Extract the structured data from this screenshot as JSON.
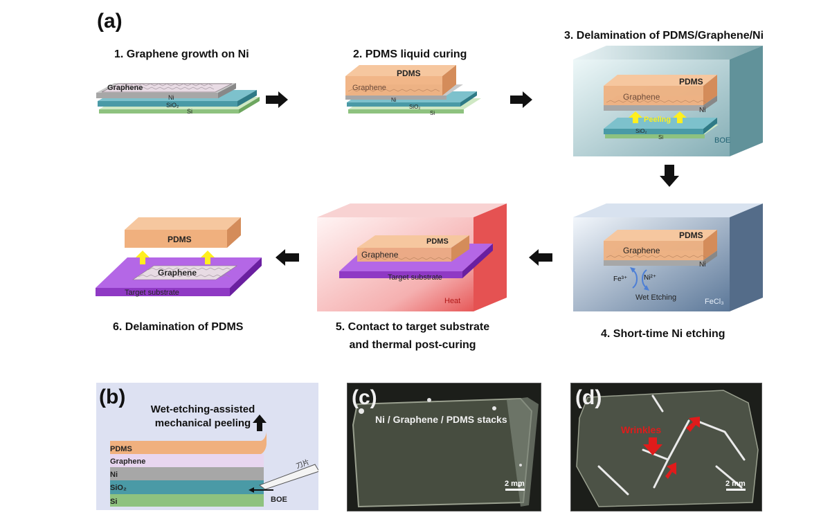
{
  "panel_a": {
    "letter": "(a)",
    "steps": {
      "s1": {
        "title": "1. Graphene growth on Ni",
        "graphene": "Graphene",
        "ni": "Ni",
        "sio2": "SiO₂",
        "si": "Si"
      },
      "s2": {
        "title": "2. PDMS liquid curing",
        "pdms": "PDMS",
        "graphene": "Graphene",
        "ni": "Ni",
        "sio2": "SiO₂",
        "si": "Si"
      },
      "s3": {
        "title": "3. Delamination of PDMS/Graphene/Ni",
        "pdms": "PDMS",
        "graphene": "Graphene",
        "ni": "Ni",
        "peeling": "Peeling",
        "sio2": "SiO₂",
        "si": "Si",
        "bath": "BOE"
      },
      "s4": {
        "title": "4. Short-time Ni etching",
        "pdms": "PDMS",
        "graphene": "Graphene",
        "ni": "Ni",
        "fe": "Fe³⁺",
        "ni_ion": "Ni²⁺",
        "wet": "Wet Etching",
        "bath": "FeCl₃"
      },
      "s5": {
        "title_line1": "5. Contact to target substrate",
        "title_line2": "and thermal post-curing",
        "pdms": "PDMS",
        "graphene": "Graphene",
        "substrate": "Target substrate",
        "heat": "Heat"
      },
      "s6": {
        "title": "6. Delamination of PDMS",
        "pdms": "PDMS",
        "graphene": "Graphene",
        "substrate": "Target substrate"
      }
    }
  },
  "panel_b": {
    "letter": "(b)",
    "title_line1": "Wet-etching-assisted",
    "title_line2": "mechanical peeling",
    "layers": [
      "PDMS",
      "Graphene",
      "Ni",
      "SiO₂",
      "Si"
    ],
    "blade": "刀片",
    "boe": "BOE"
  },
  "panel_c": {
    "letter": "(c)",
    "caption": "Ni / Graphene / PDMS stacks",
    "scale": "2 mm"
  },
  "panel_d": {
    "letter": "(d)",
    "annotation": "Wrinkles",
    "scale": "2 mm"
  },
  "colors": {
    "pdms": "#f0b07e",
    "graphene": "#d9c8d4",
    "ni": "#a7a7a7",
    "sio2": "#4a9aa6",
    "si": "#8ec27f",
    "target": "#9a3fd0",
    "arrow": "#111111",
    "peel_arrow": "#ffef1f",
    "wrinkle_arrow": "#e01b1b",
    "photo_bg": "#454b3e"
  }
}
